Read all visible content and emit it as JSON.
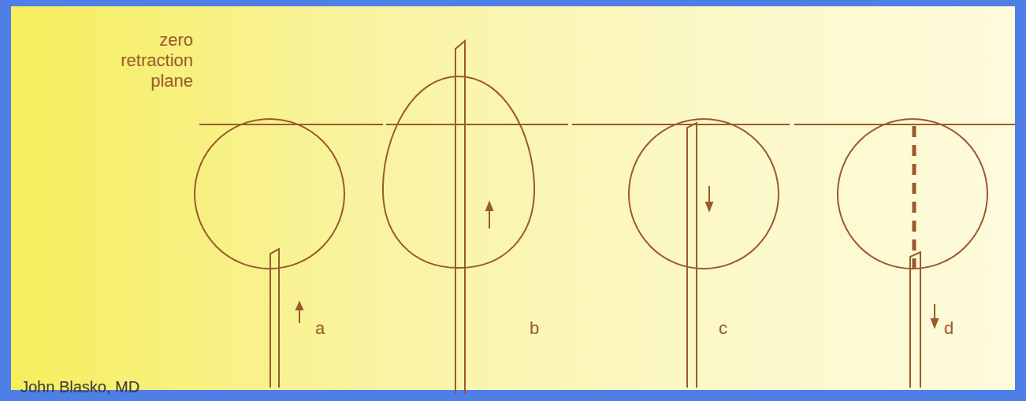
{
  "diagram": {
    "labels": [
      "zero retraction plane",
      "a",
      "b",
      "c",
      "d",
      "John Blasko, MD"
    ]
  }
}
